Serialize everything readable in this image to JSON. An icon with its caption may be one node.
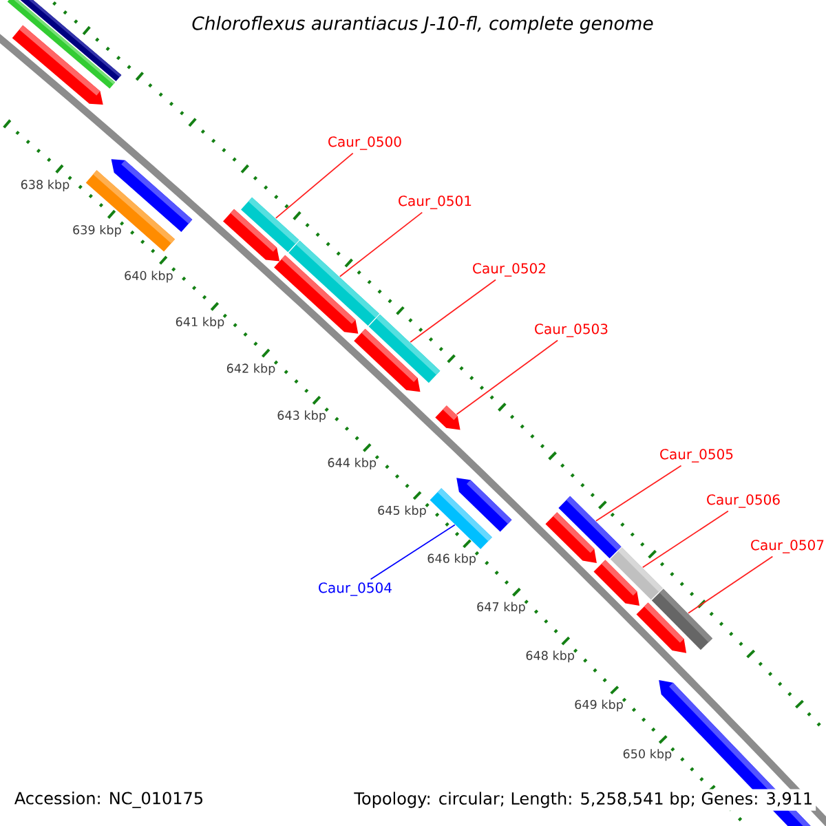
{
  "diagram": {
    "title": "Chloroflexus aurantiacus J-10-fl, complete genome",
    "nodes": [
      {
        "text": [
          "Caur_0500"
        ]
      },
      {
        "text": [
          "Caur_0501"
        ]
      },
      {
        "text": [
          "Caur_0502"
        ]
      },
      {
        "text": [
          "Caur_0503"
        ]
      },
      {
        "text": [
          "Caur_0505"
        ]
      },
      {
        "text": [
          "Caur_0506"
        ]
      },
      {
        "text": [
          "Caur_0507"
        ]
      },
      {
        "text": [
          "Caur_0504"
        ]
      },
      {
        "text": [],
        "shape": "bar"
      },
      {
        "text": [],
        "shape": "bar"
      },
      {
        "text": [],
        "shape": "bar"
      },
      {
        "text": [],
        "shape": "arrow"
      },
      {
        "text": [],
        "shape": "bar"
      },
      {
        "text": [],
        "shape": "bar"
      },
      {
        "text": [],
        "shape": "bar"
      },
      {
        "text": [],
        "shape": "bar"
      }
    ],
    "edges": [
      {
        "from": 0,
        "to": 8,
        "arrow": "none"
      },
      {
        "from": 1,
        "to": 9,
        "arrow": "none"
      },
      {
        "from": 2,
        "to": 10,
        "arrow": "none"
      },
      {
        "from": 3,
        "to": 11,
        "arrow": "none"
      },
      {
        "from": 4,
        "to": 13,
        "arrow": "none"
      },
      {
        "from": 5,
        "to": 14,
        "arrow": "none"
      },
      {
        "from": 6,
        "to": 15,
        "arrow": "none"
      },
      {
        "from": 7,
        "to": 12,
        "arrow": "none",
        "color": "#0000ff"
      }
    ],
    "labels": [
      "638 kbp",
      "639 kbp",
      "640 kbp",
      "641 kbp",
      "642 kbp",
      "643 kbp",
      "644 kbp",
      "645 kbp",
      "646 kbp",
      "647 kbp",
      "648 kbp",
      "649 kbp",
      "650 kbp",
      "Accession: NC_010175",
      "Topology: circular; Length: 5,258,541 bp; Genes: 3,911"
    ]
  }
}
